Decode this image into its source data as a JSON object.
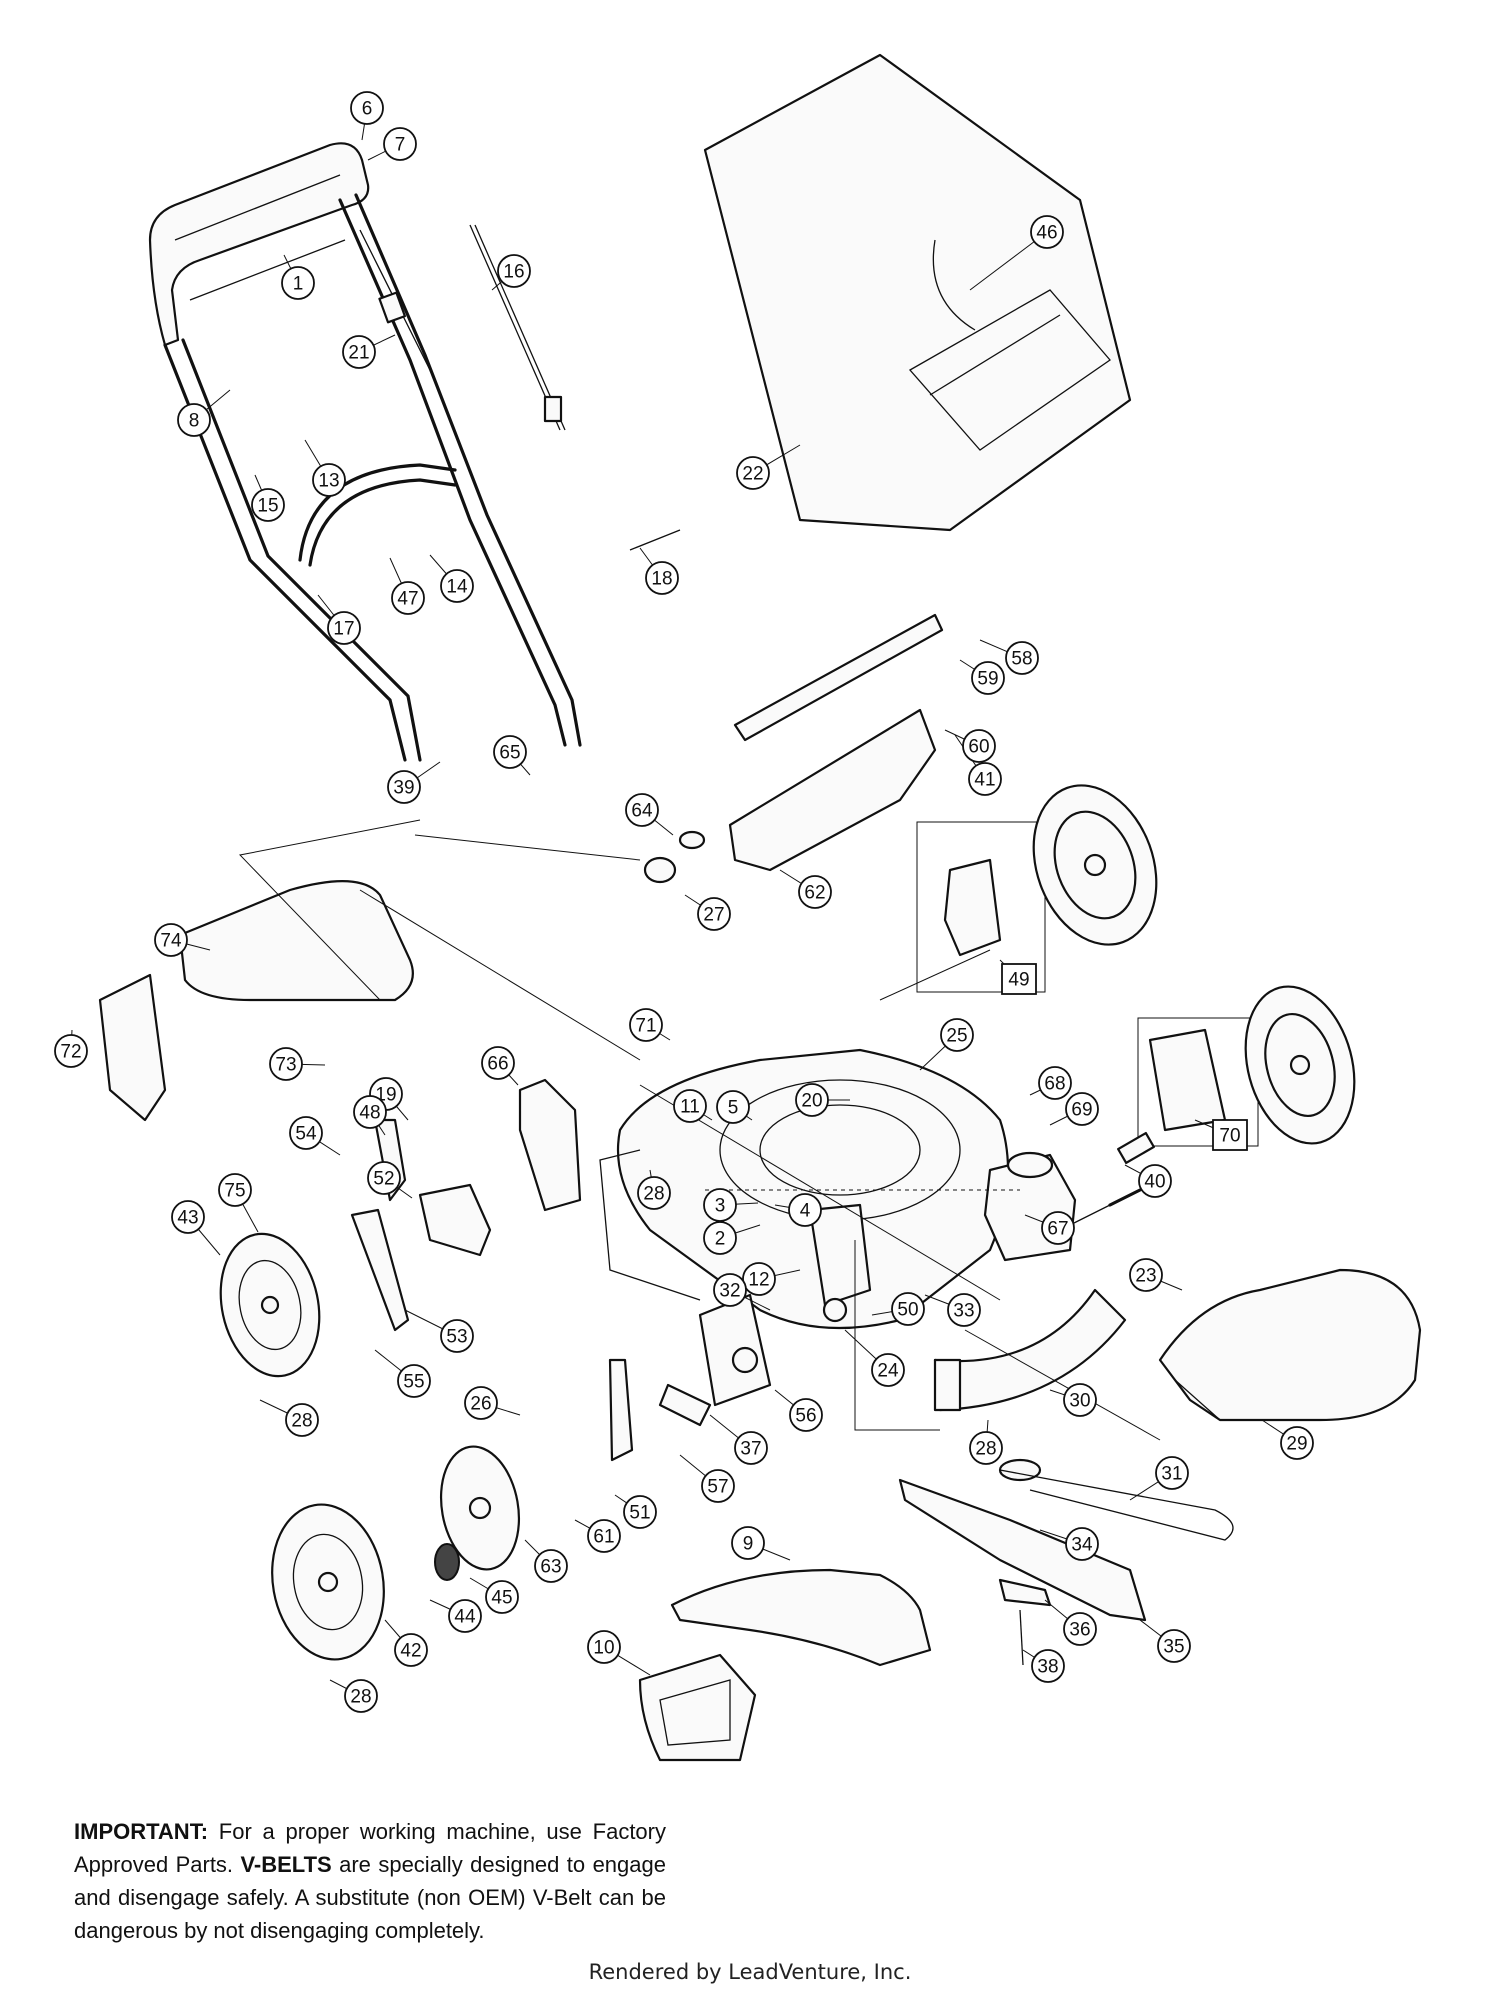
{
  "note": {
    "important_label": "IMPORTANT:",
    "text_1": " For a proper working machine, use Factory Approved Parts. ",
    "vbelts_label": "V-BELTS",
    "text_2": " are specially designed to engage and disengage safely. A substitute (non OEM) V-Belt can be dangerous by not disengaging completely."
  },
  "footer": "Rendered by LeadVenture, Inc.",
  "callouts": [
    {
      "label": "1"
    },
    {
      "label": "2"
    },
    {
      "label": "3"
    },
    {
      "label": "4"
    },
    {
      "label": "5"
    },
    {
      "label": "6"
    },
    {
      "label": "7"
    },
    {
      "label": "8"
    },
    {
      "label": "9"
    },
    {
      "label": "10"
    },
    {
      "label": "11"
    },
    {
      "label": "12"
    },
    {
      "label": "13"
    },
    {
      "label": "14"
    },
    {
      "label": "15"
    },
    {
      "label": "16"
    },
    {
      "label": "17"
    },
    {
      "label": "18"
    },
    {
      "label": "19"
    },
    {
      "label": "20"
    },
    {
      "label": "21"
    },
    {
      "label": "22"
    },
    {
      "label": "23"
    },
    {
      "label": "24"
    },
    {
      "label": "25"
    },
    {
      "label": "26"
    },
    {
      "label": "27"
    },
    {
      "label": "28"
    },
    {
      "label": "28"
    },
    {
      "label": "28"
    },
    {
      "label": "28"
    },
    {
      "label": "29"
    },
    {
      "label": "30"
    },
    {
      "label": "31"
    },
    {
      "label": "32"
    },
    {
      "label": "33"
    },
    {
      "label": "34"
    },
    {
      "label": "35"
    },
    {
      "label": "36"
    },
    {
      "label": "37"
    },
    {
      "label": "38"
    },
    {
      "label": "39"
    },
    {
      "label": "40"
    },
    {
      "label": "41"
    },
    {
      "label": "42"
    },
    {
      "label": "43"
    },
    {
      "label": "44"
    },
    {
      "label": "45"
    },
    {
      "label": "46"
    },
    {
      "label": "47"
    },
    {
      "label": "48"
    },
    {
      "label": "49"
    },
    {
      "label": "50"
    },
    {
      "label": "51"
    },
    {
      "label": "52"
    },
    {
      "label": "53"
    },
    {
      "label": "54"
    },
    {
      "label": "55"
    },
    {
      "label": "56"
    },
    {
      "label": "57"
    },
    {
      "label": "58"
    },
    {
      "label": "59"
    },
    {
      "label": "60"
    },
    {
      "label": "61"
    },
    {
      "label": "62"
    },
    {
      "label": "63"
    },
    {
      "label": "64"
    },
    {
      "label": "65"
    },
    {
      "label": "66"
    },
    {
      "label": "67"
    },
    {
      "label": "68"
    },
    {
      "label": "69"
    },
    {
      "label": "70"
    },
    {
      "label": "71"
    },
    {
      "label": "72"
    },
    {
      "label": "73"
    },
    {
      "label": "74"
    },
    {
      "label": "75"
    }
  ]
}
